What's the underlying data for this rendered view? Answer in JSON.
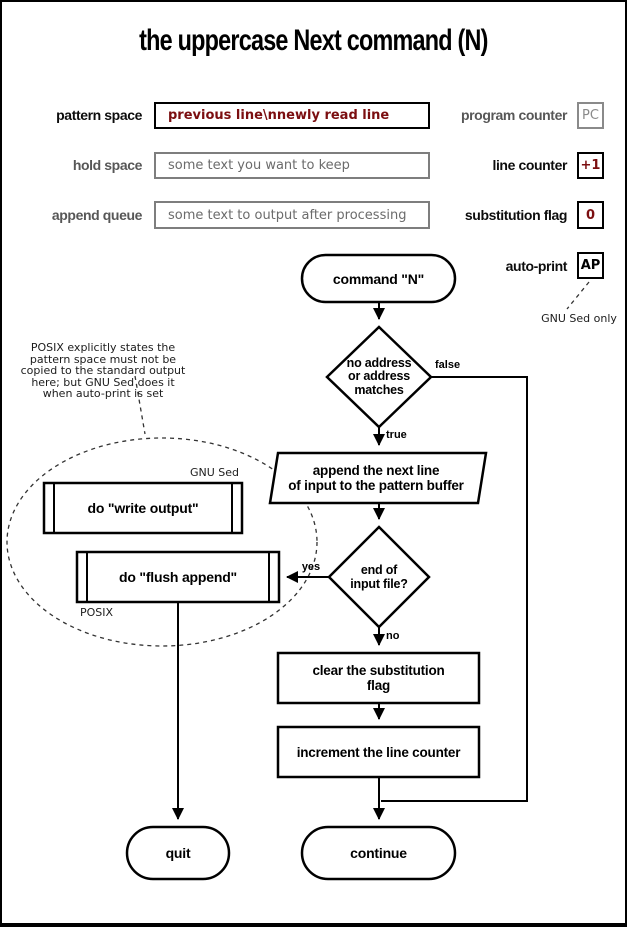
{
  "title": "the uppercase Next command (N)",
  "registers": {
    "pattern_space": {
      "label": "pattern space",
      "value": "previous line\\nnewly read line"
    },
    "hold_space": {
      "label": "hold space",
      "value": "some text you want to keep"
    },
    "append_queue": {
      "label": "append queue",
      "value": "some text to output after processing"
    }
  },
  "state": {
    "program_counter": {
      "label": "program counter",
      "value": "PC"
    },
    "line_counter": {
      "label": "line counter",
      "value": "+1"
    },
    "substitution_flag": {
      "label": "substitution flag",
      "value": "0"
    },
    "auto_print": {
      "label": "auto-print",
      "value": "AP"
    },
    "auto_print_note": "GNU Sed only"
  },
  "note": {
    "lines": [
      "POSIX explicitly states the",
      "pattern space must not be",
      "copied to the standard output",
      "here; but GNU Sed does it",
      "when auto-print is set"
    ]
  },
  "flowchart": {
    "start": "command \"N\"",
    "address_check": {
      "lines": [
        "no address",
        "or address",
        "matches"
      ]
    },
    "append_step": {
      "lines": [
        "append the next line",
        "of input to the pattern buffer"
      ]
    },
    "eof_check": {
      "lines": [
        "end of",
        "input file?"
      ]
    },
    "clear_step": {
      "lines": [
        "clear the substitution",
        "flag"
      ]
    },
    "increment_step": "increment the line counter",
    "write_output": "do \"write output\"",
    "flush_append": "do \"flush append\"",
    "quit": "quit",
    "continue": "continue",
    "branch_false": "false",
    "branch_true": "true",
    "branch_yes": "yes",
    "branch_no": "no",
    "gnu_sed_tag": "GNU Sed",
    "posix_tag": "POSIX"
  },
  "colors": {
    "value_accent": "#7b0e10",
    "muted_gray": "#6b6b6b"
  }
}
